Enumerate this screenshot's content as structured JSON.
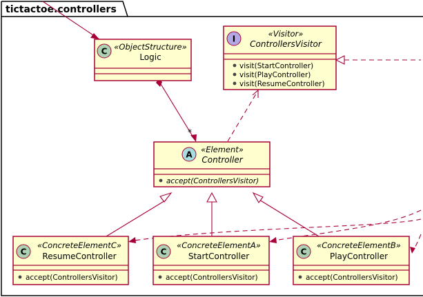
{
  "package": {
    "name": "tictactoe.controllers"
  },
  "classes": [
    {
      "key": "logic",
      "kind": "C",
      "stereotype": "«ObjectStructure»",
      "name": "Logic",
      "abstract": false,
      "methods": []
    },
    {
      "key": "visitor",
      "kind": "I",
      "stereotype": "«Visitor»",
      "name": "ControllersVisitor",
      "abstract": false,
      "methods": [
        "visit(StartController)",
        "visit(PlayController)",
        "visit(ResumeController)"
      ]
    },
    {
      "key": "controller",
      "kind": "A",
      "stereotype": "«Element»",
      "name": "Controller",
      "abstract": true,
      "methods": [
        "accept(ControllersVisitor)"
      ]
    },
    {
      "key": "resume",
      "kind": "C",
      "stereotype": "«ConcreteElementC»",
      "name": "ResumeController",
      "abstract": false,
      "methods": [
        "accept(ControllersVisitor)"
      ]
    },
    {
      "key": "start",
      "kind": "C",
      "stereotype": "«ConcreteElementA»",
      "name": "StartController",
      "abstract": false,
      "methods": [
        "accept(ControllersVisitor)"
      ]
    },
    {
      "key": "play",
      "kind": "C",
      "stereotype": "«ConcreteElementB»",
      "name": "PlayController",
      "abstract": false,
      "methods": [
        "accept(ControllersVisitor)"
      ]
    }
  ],
  "relations": {
    "composition_multiplicity": "*"
  },
  "colors": {
    "box_fill": "#FEFECE",
    "border": "#A80036",
    "class_badge": "#ADD1B2",
    "interface_badge": "#B4A7E5",
    "abstract_badge": "#A9DCDF"
  }
}
